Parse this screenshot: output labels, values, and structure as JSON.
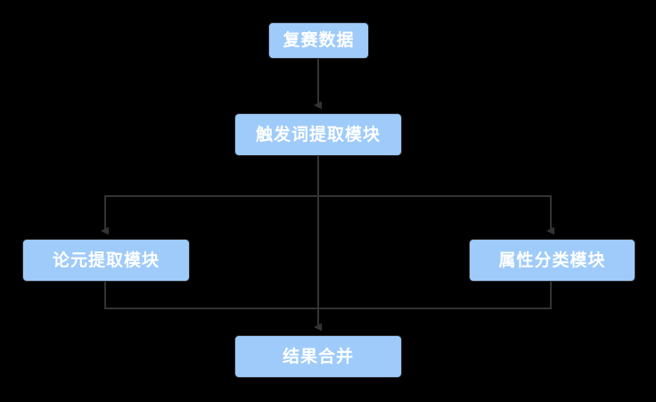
{
  "diagram": {
    "title": "",
    "background_color": "#000000",
    "node_fill_color": "#9ECBFA",
    "node_border_color": "#2e2e2e",
    "node_text_color": "#ffffff",
    "connector_color": "#333333",
    "nodes": [
      {
        "id": "data",
        "label": "复赛数据"
      },
      {
        "id": "trigger",
        "label": "触发词提取模块"
      },
      {
        "id": "argument",
        "label": "论元提取模块"
      },
      {
        "id": "attribute",
        "label": "属性分类模块"
      },
      {
        "id": "merge",
        "label": "结果合并"
      }
    ],
    "edges": [
      {
        "from": "复赛数据",
        "to": "触发词提取模块",
        "arrow": true
      },
      {
        "from": "触发词提取模块",
        "to": "论元提取模块",
        "arrow": true
      },
      {
        "from": "触发词提取模块",
        "to": "属性分类模块",
        "arrow": true
      },
      {
        "from": "论元提取模块",
        "to": "结果合并",
        "arrow": true
      },
      {
        "from": "属性分类模块",
        "to": "结果合并",
        "arrow": true
      }
    ]
  }
}
